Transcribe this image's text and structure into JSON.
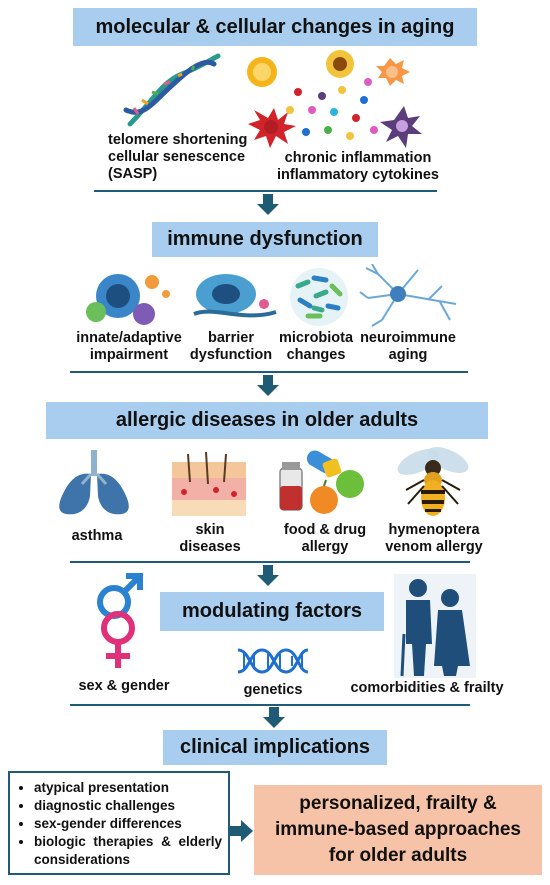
{
  "colors": {
    "header_bg": "#a9cdee",
    "rule": "#1f5b74",
    "arrow": "#1f5b74",
    "outcome_bg": "#f6c3a8",
    "list_border": "#1f5b74"
  },
  "section1": {
    "title": "molecular  & cellular changes in aging",
    "left_label": [
      "telomere shortening",
      "cellular senescence",
      "(SASP)"
    ],
    "right_label": [
      "chronic inflammation",
      "inflammatory cytokines"
    ],
    "icons": [
      "dna-helix-icon",
      "cytokine-cells-icon"
    ]
  },
  "section2": {
    "title": "immune dysfunction",
    "items": [
      {
        "label": [
          "innate/adaptive",
          "impairment"
        ],
        "icon": "immune-cells-icon"
      },
      {
        "label": [
          "barrier",
          "dysfunction"
        ],
        "icon": "epithelial-barrier-icon"
      },
      {
        "label": [
          "microbiota",
          "changes"
        ],
        "icon": "bacteria-icon"
      },
      {
        "label": [
          "neuroimmune",
          "aging"
        ],
        "icon": "neuron-icon"
      }
    ]
  },
  "section3": {
    "title": "allergic diseases in older adults",
    "items": [
      {
        "label": [
          "asthma"
        ],
        "icon": "lungs-icon"
      },
      {
        "label": [
          "skin",
          "diseases"
        ],
        "icon": "skin-icon"
      },
      {
        "label": [
          "food & drug",
          "allergy"
        ],
        "icon": "pills-food-icon"
      },
      {
        "label": [
          "hymenoptera",
          "venom allergy"
        ],
        "icon": "wasp-icon"
      }
    ]
  },
  "section4": {
    "title": "modulating factors",
    "left_label": "sex & gender",
    "center_label": "genetics",
    "right_label": "comorbidities & frailty",
    "icons": [
      "gender-symbols-icon",
      "dna-helix-icon",
      "elderly-couple-icon"
    ]
  },
  "section5": {
    "title": "clinical implications",
    "list": [
      "atypical presentation",
      "diagnostic challenges",
      "sex-gender differences",
      "biologic therapies & elderly considerations"
    ],
    "outcome": [
      "personalized, frailty &",
      "immune-based approaches",
      "for older adults"
    ]
  }
}
